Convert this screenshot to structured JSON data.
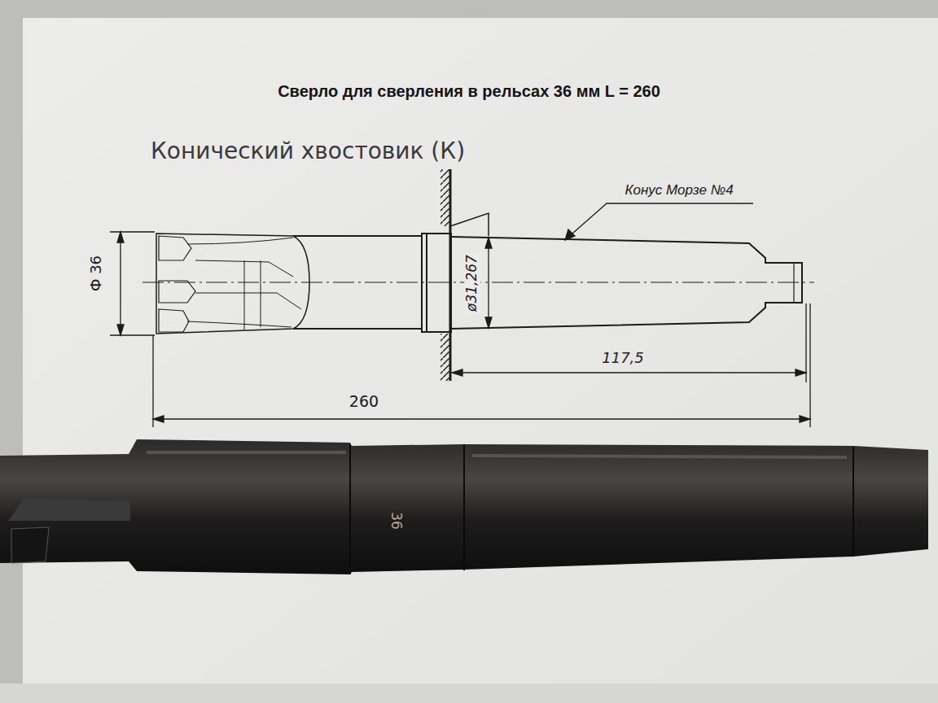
{
  "diagram": {
    "title": "Сверло для сверления в рельсах 36 мм L = 260",
    "labels": [
      "Конический хвостовик (К)",
      "Конус Морзе №4",
      "Ф 36",
      "ø31,267",
      "117,5",
      "260",
      "36"
    ]
  }
}
